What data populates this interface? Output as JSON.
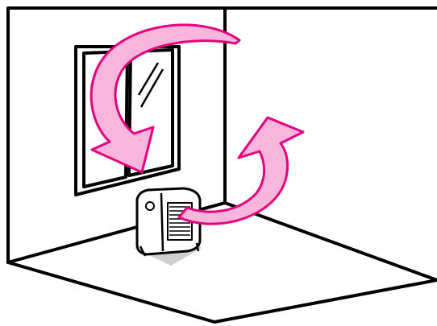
{
  "diagram": {
    "subject": "room-airflow",
    "colors": {
      "line": "#000000",
      "background": "#ffffff",
      "arrow_fill": "#f8b6dc",
      "arrow_stroke": "#e6007e",
      "unit_body": "#ffffff",
      "unit_shadow": "#cfcfcf"
    },
    "elements": [
      "room-walls",
      "window",
      "air-conditioner-unit",
      "airflow-arrow-down",
      "airflow-arrow-up"
    ]
  }
}
